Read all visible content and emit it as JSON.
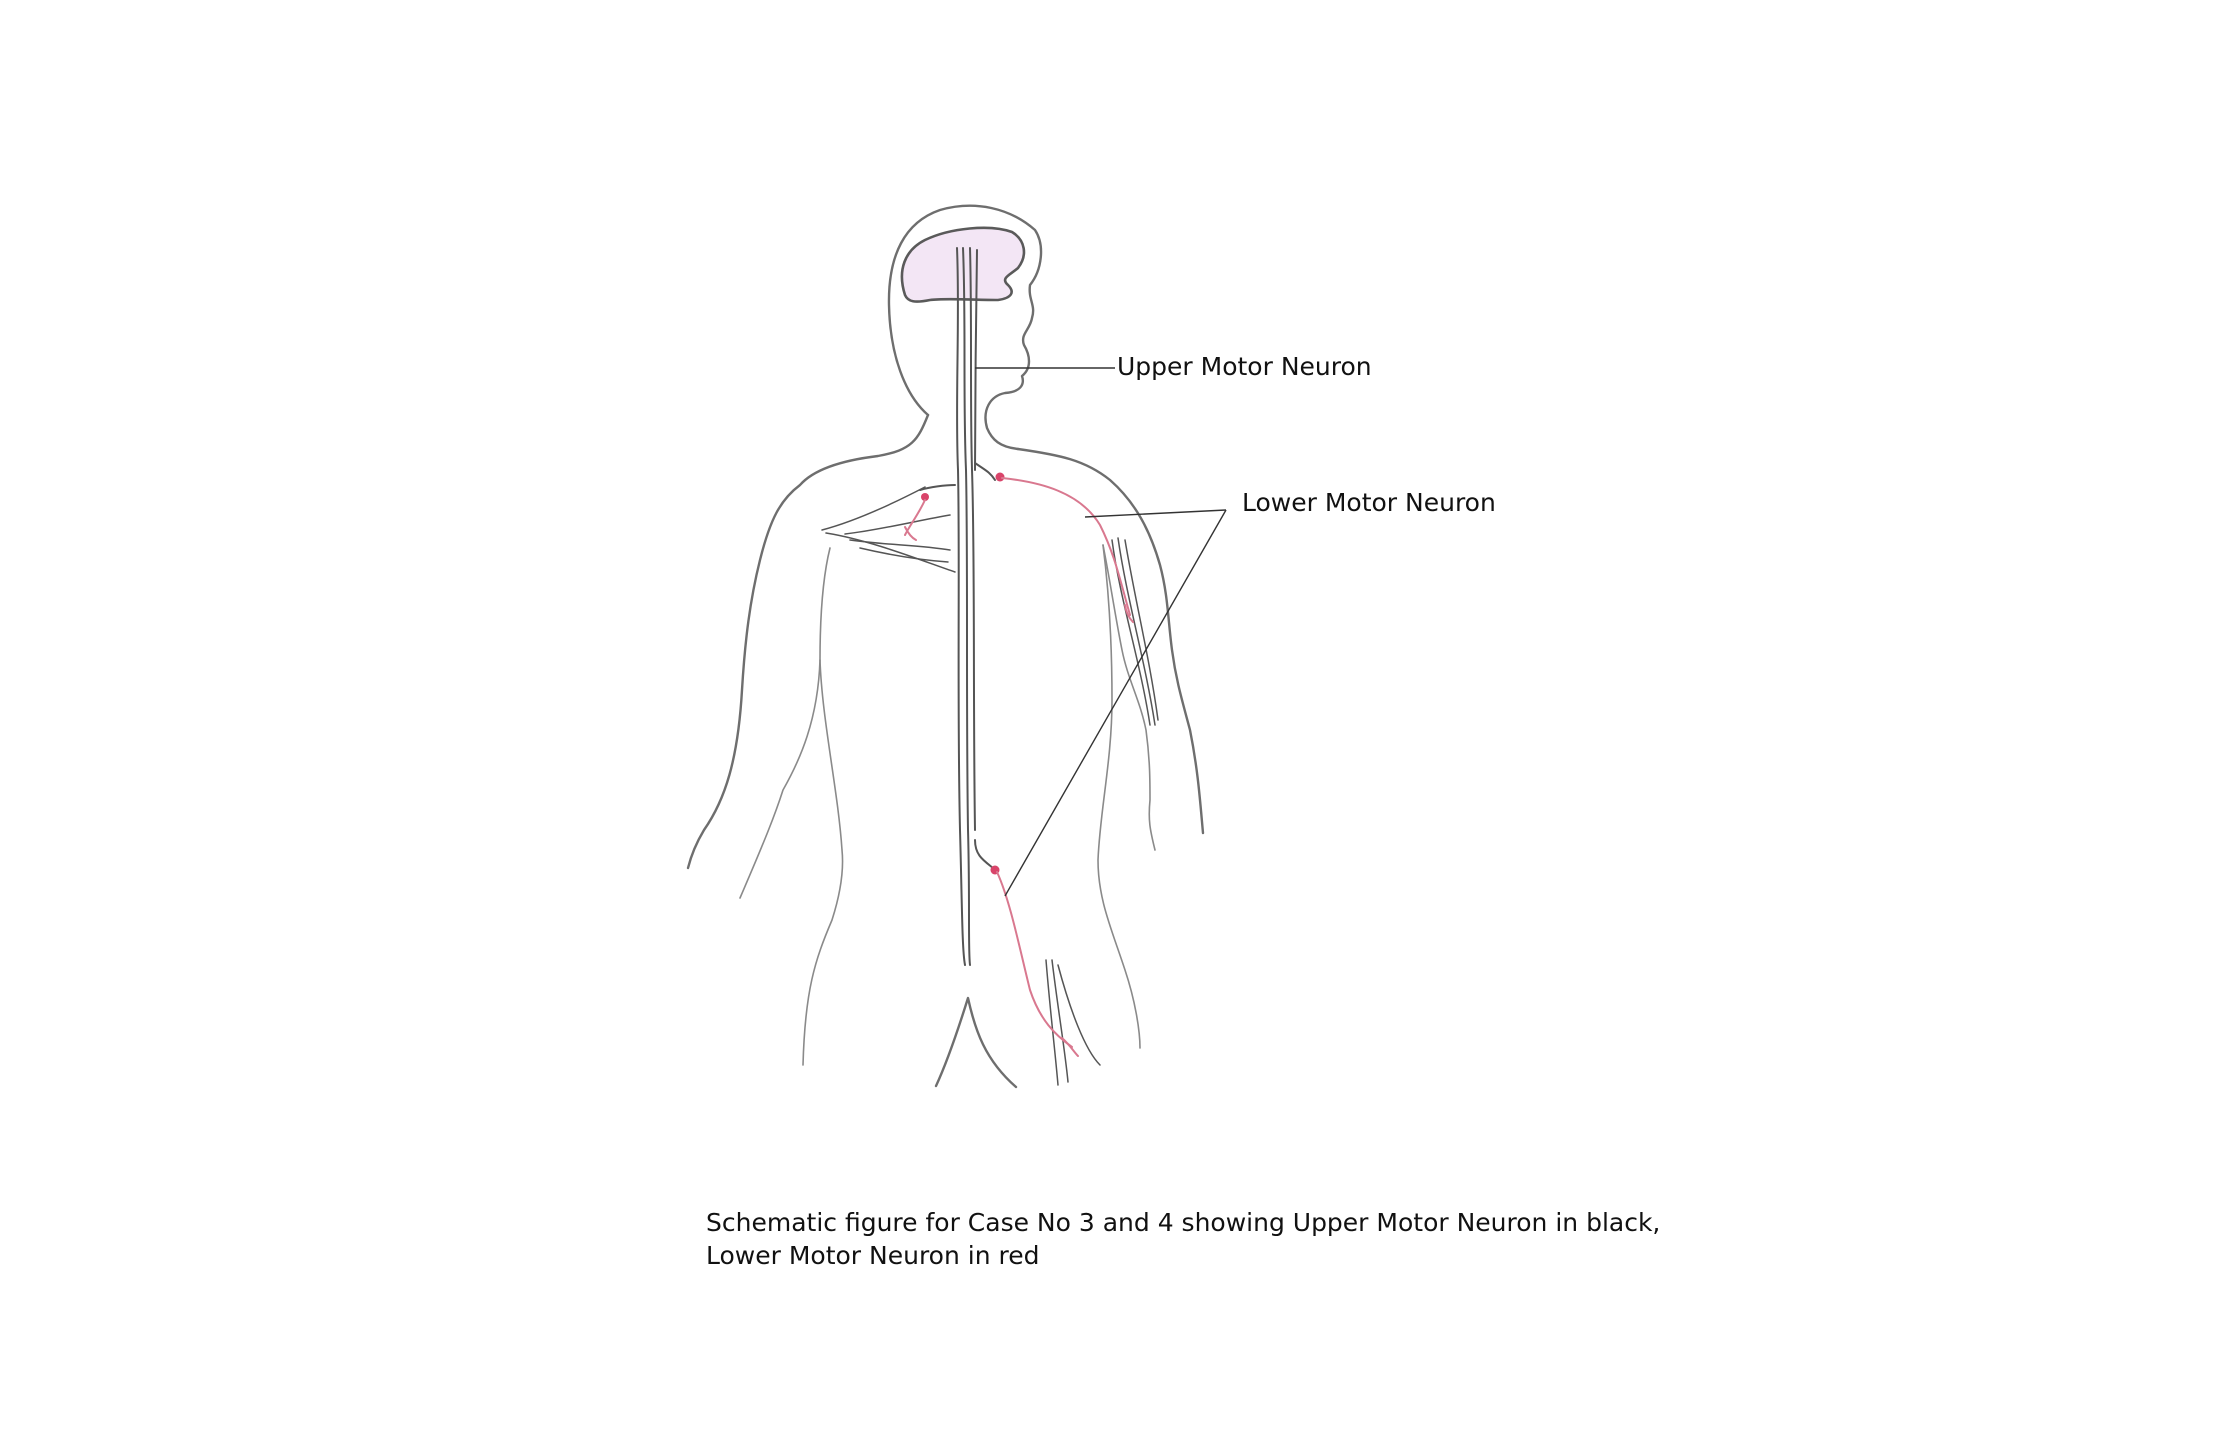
{
  "labels": {
    "upper_motor_neuron": "Upper Motor Neuron",
    "lower_motor_neuron": "Lower Motor Neuron"
  },
  "caption": {
    "line1": "Schematic figure for Case No 3 and 4 showing Upper Motor Neuron in black,",
    "line2": "Lower Motor Neuron in red"
  },
  "colors": {
    "upper_motor_neuron": "#555555",
    "lower_motor_neuron": "#d9446a",
    "brain_fill": "#f3e6f5"
  }
}
